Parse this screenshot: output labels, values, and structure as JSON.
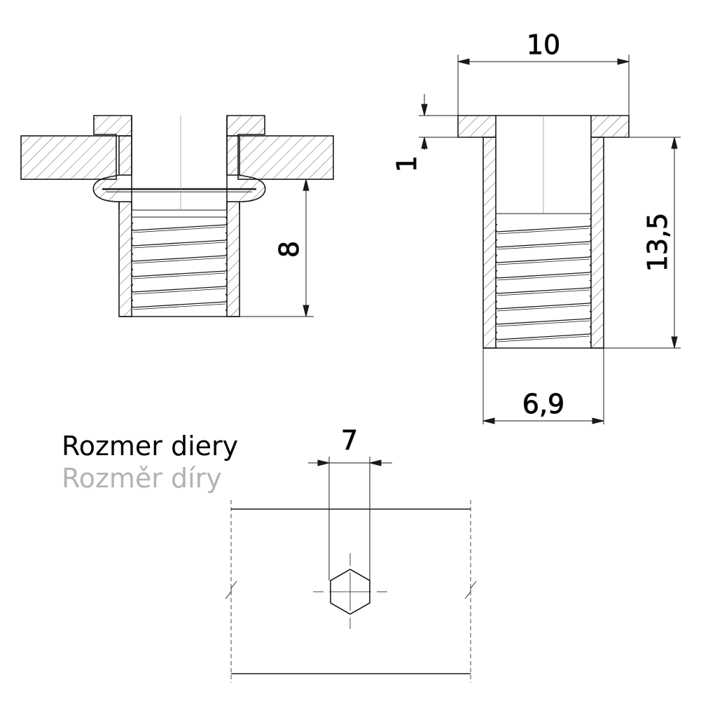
{
  "dimensions": {
    "flange_diameter": "10",
    "flange_thickness": "1",
    "body_length": "13,5",
    "body_diameter": "6,9",
    "installed_depth": "8",
    "hole_size": "7"
  },
  "captions": {
    "hole_size_sk": "Rozmer diery",
    "hole_size_cz": "Rozměr díry"
  },
  "colors": {
    "line": "#1a1a1a",
    "caption_primary": "#000000",
    "caption_secondary": "#b3b3b3"
  },
  "icons": {
    "hole_shape": "hexagon-icon"
  }
}
